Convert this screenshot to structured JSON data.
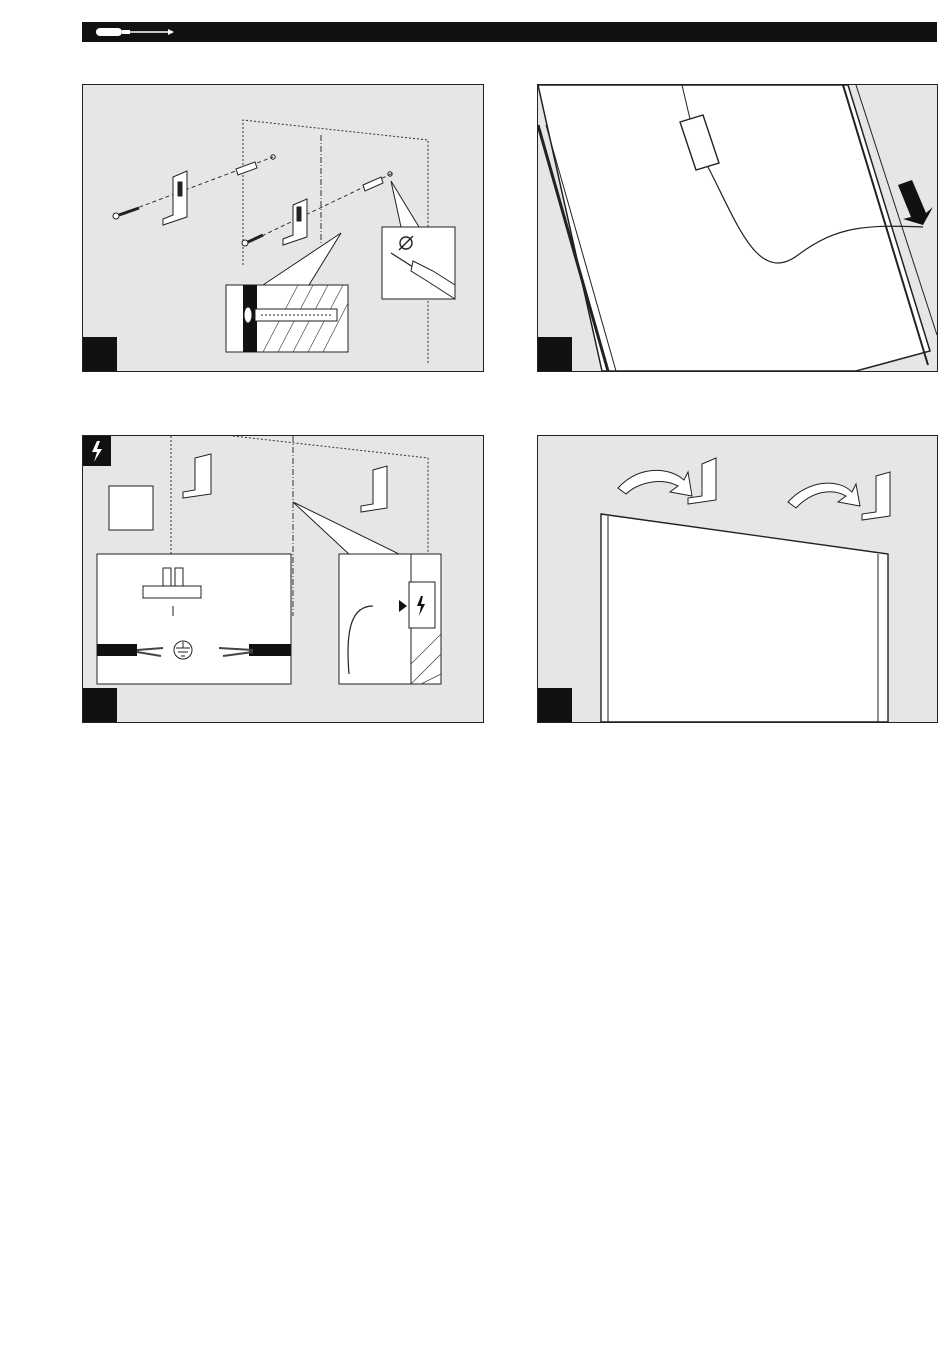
{
  "document": {
    "header": {
      "icon": "screwdriver-icon"
    },
    "panels": [
      {
        "id": "step-1",
        "scene": "wall-drilling-and-anchors",
        "icons": [
          "drill-icon",
          "diameter-icon",
          "wall-plug-icon",
          "bracket-icon"
        ]
      },
      {
        "id": "step-2",
        "scene": "mirror-back-with-driver-cable",
        "icons": [
          "driver-box-icon",
          "arrow-down-icon"
        ]
      },
      {
        "id": "step-3",
        "scene": "electrical-connection",
        "icons": [
          "lightning-warning-icon",
          "ground-symbol-icon",
          "terminal-block-icon",
          "bracket-icon"
        ]
      },
      {
        "id": "step-4",
        "scene": "hang-mirror-on-brackets",
        "icons": [
          "curved-arrow-icon",
          "bracket-icon",
          "mirror-icon"
        ]
      }
    ],
    "colors": {
      "panel_bg": "#e6e6e6",
      "ink": "#111111",
      "header": "#111111"
    }
  }
}
